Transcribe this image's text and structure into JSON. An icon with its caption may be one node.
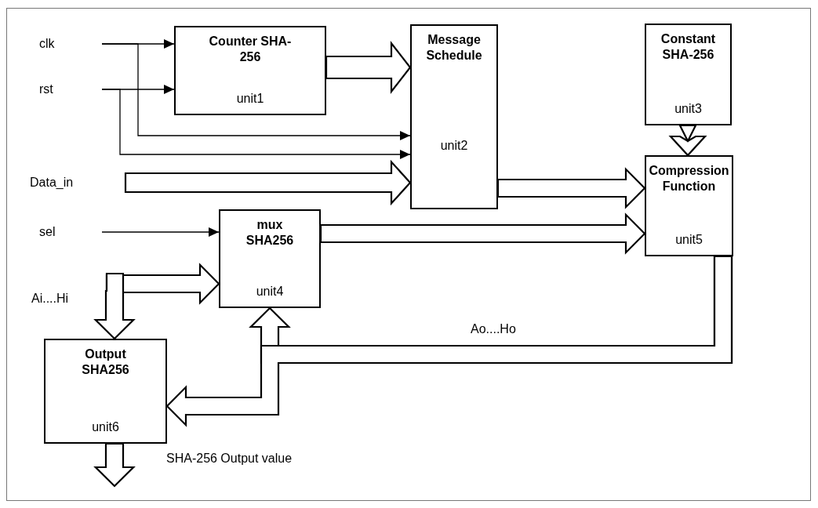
{
  "diagram": {
    "nodes": [
      {
        "text": [
          "clk"
        ]
      },
      {
        "text": [
          "rst"
        ]
      },
      {
        "text": [
          "Data_in"
        ]
      },
      {
        "text": [
          "sel"
        ]
      },
      {
        "text": [
          "Ai....Hi"
        ]
      },
      {
        "text": [
          "Counter SHA-256",
          "unit1"
        ]
      },
      {
        "text": [
          "Message Schedule",
          "unit2"
        ]
      },
      {
        "text": [
          "Constant SHA-256",
          "unit3"
        ]
      },
      {
        "text": [
          "Compression Function",
          "unit5"
        ]
      },
      {
        "text": [
          "mux SHA256",
          "unit4"
        ]
      },
      {
        "text": [
          "Output SHA256",
          "unit6"
        ]
      }
    ],
    "edges": [
      {
        "from": 0,
        "to": 5,
        "arrow": "to"
      },
      {
        "from": 0,
        "to": 6,
        "arrow": "to"
      },
      {
        "from": 1,
        "to": 5,
        "arrow": "to"
      },
      {
        "from": 1,
        "to": 6,
        "arrow": "to"
      },
      {
        "from": 2,
        "to": 6,
        "arrow": "to",
        "style": "thick"
      },
      {
        "from": 3,
        "to": 9,
        "arrow": "to"
      },
      {
        "from": 4,
        "to": 9,
        "arrow": "to",
        "style": "thick"
      },
      {
        "from": 4,
        "to": 10,
        "arrow": "to",
        "style": "thick"
      },
      {
        "from": 5,
        "to": 6,
        "arrow": "to",
        "style": "thick"
      },
      {
        "from": 6,
        "to": 8,
        "arrow": "to",
        "style": "thick"
      },
      {
        "from": 7,
        "to": 8,
        "arrow": "to",
        "style": "thick"
      },
      {
        "from": 9,
        "to": 8,
        "arrow": "to",
        "style": "thick"
      },
      {
        "from": 8,
        "to": 9,
        "arrow": "to",
        "style": "thick",
        "label": "Ao....Ho"
      },
      {
        "from": 8,
        "to": 10,
        "arrow": "to",
        "style": "thick"
      },
      {
        "from": 10,
        "to": null,
        "arrow": "to",
        "style": "thick",
        "label": "SHA-256 Output value"
      }
    ]
  }
}
